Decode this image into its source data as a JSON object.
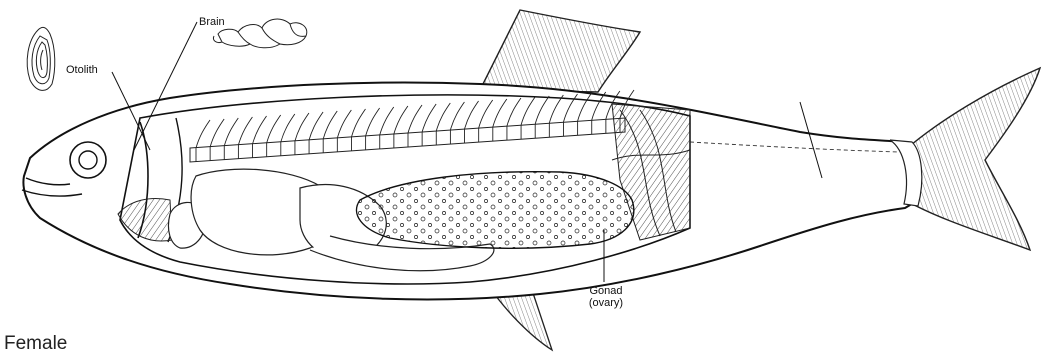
{
  "labels": {
    "otolith": "Otolith",
    "brain": "Brain",
    "gonad_line1": "Gonad",
    "gonad_line2": "(ovary)",
    "sex": "Female"
  },
  "colors": {
    "ink": "#111111",
    "paper": "#ffffff"
  }
}
